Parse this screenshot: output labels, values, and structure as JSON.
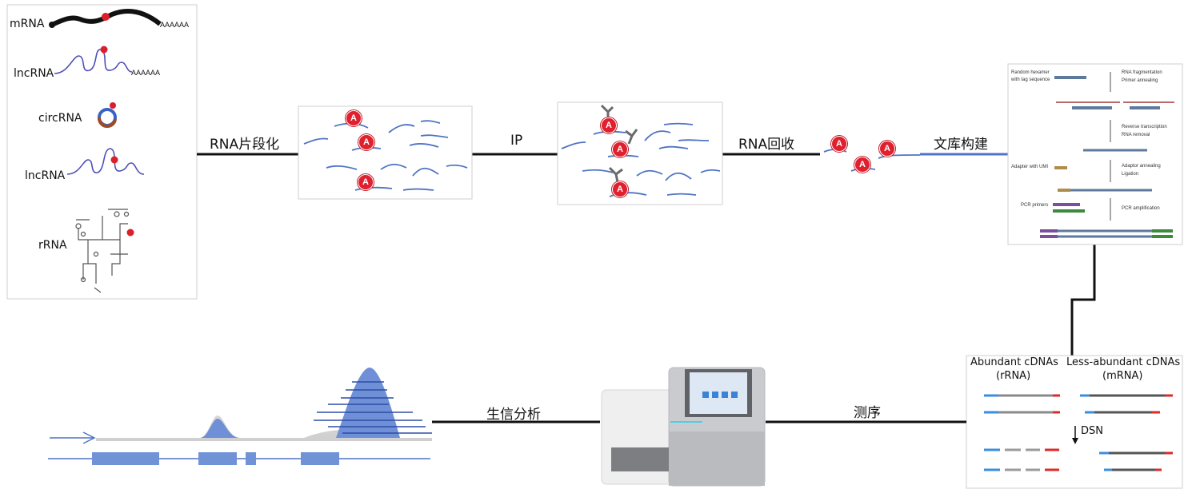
{
  "rna_types": {
    "mrna": "mRNA",
    "poly_a": "AAAAAA",
    "lncrna_1": "lncRNA",
    "circrna": "circRNA",
    "lncrna_2": "lncRNA",
    "rrna": "rRNA"
  },
  "steps": {
    "fragment": "RNA片段化",
    "ip": "IP",
    "recover": "RNA回收",
    "library": "文库构建",
    "sequencing": "测序",
    "bioinfo": "生信分析"
  },
  "methyl_mark": "A",
  "dsn_panel": {
    "abundant_line1": "Abundant cDNAs",
    "abundant_line2": "(rRNA)",
    "less_line1": "Less-abundant cDNAs",
    "less_line2": "(mRNA)",
    "dsn": "DSN"
  },
  "library_panel": {
    "l1": "Random hexamer",
    "l2": "with tag sequence",
    "r1": "RNA fragmentation",
    "r2": "Primer annealing",
    "r3": "Reverse transcription",
    "r4": "RNA removal",
    "adaptor": "Adapter with UMI",
    "r5": "Adaptor annealing",
    "r6": "Ligation",
    "pcr": "PCR primers",
    "r7": "PCR amplification"
  },
  "colors": {
    "rna_line": "#4f74c4",
    "mark": "#e0202e",
    "panel_border": "#cfcfcf",
    "peak": "#6f8fd6",
    "exon": "#7092d6"
  }
}
